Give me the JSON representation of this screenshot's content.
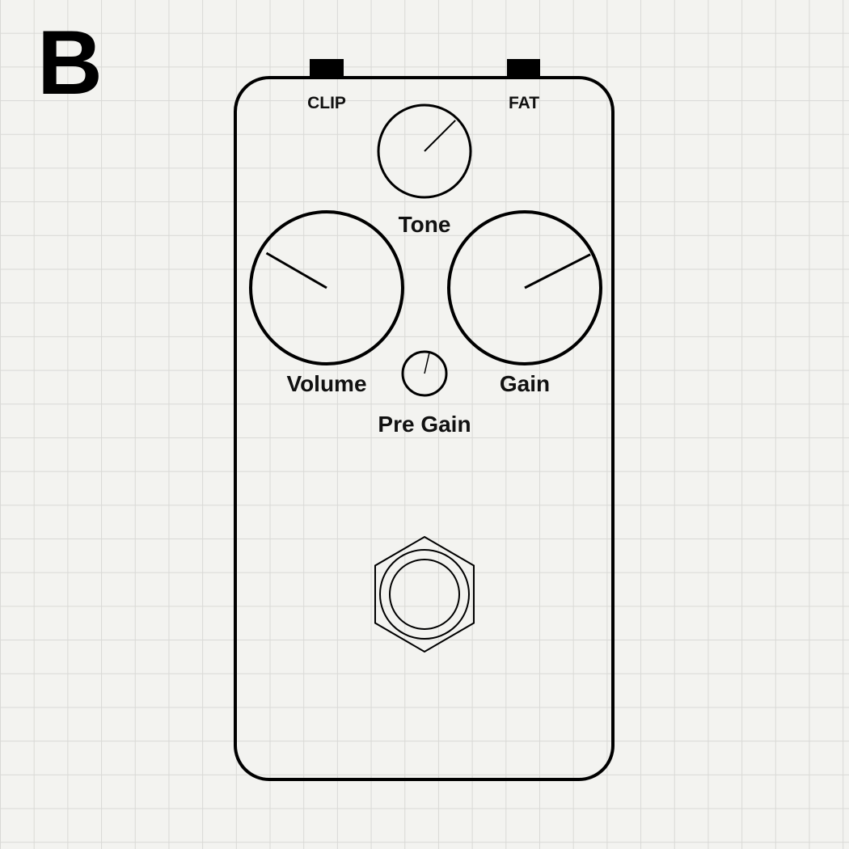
{
  "figure": {
    "panel_letter": "B"
  },
  "pedal": {
    "switches": [
      {
        "id": "clip",
        "label": "CLIP"
      },
      {
        "id": "fat",
        "label": "FAT"
      }
    ],
    "knobs": [
      {
        "id": "tone",
        "label": "Tone",
        "indicator_deg": 45
      },
      {
        "id": "volume",
        "label": "Volume",
        "indicator_deg": 150
      },
      {
        "id": "gain",
        "label": "Gain",
        "indicator_deg": 27
      },
      {
        "id": "pre_gain",
        "label": "Pre Gain",
        "indicator_deg": 77
      }
    ],
    "footswitch": {
      "label": ""
    },
    "colors": {
      "stroke": "#000000",
      "background": "#f3f3f0",
      "grid": "#d9d9d6"
    }
  }
}
